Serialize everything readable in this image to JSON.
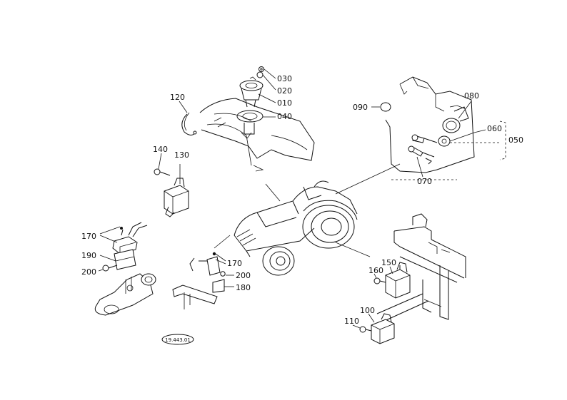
{
  "parts": {
    "p030": "030",
    "p020": "020",
    "p010": "010",
    "p040": "040",
    "p120": "120",
    "p080": "080",
    "p090": "090",
    "p060": "060",
    "p050": "050",
    "p070": "070",
    "p140": "140",
    "p130": "130",
    "p170a": "170",
    "p190": "190",
    "p200a": "200",
    "p170b": "170",
    "p200b": "200",
    "p180": "180",
    "p150": "150",
    "p160": "160",
    "p100": "100",
    "p110": "110"
  },
  "stamp": "19.443.01"
}
